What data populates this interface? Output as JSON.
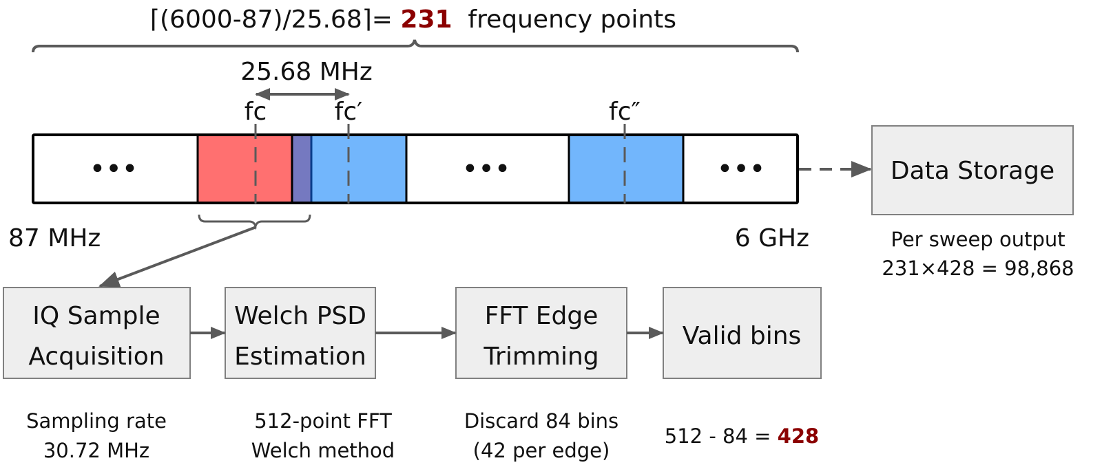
{
  "formula": {
    "prefix": "⌈(6000-87)/25.68⌉= ",
    "value": "231",
    "suffix": "  frequency points"
  },
  "spacing_label": "25.68 MHz",
  "center_labels": {
    "fc": "fc",
    "fc_prime": "fc′",
    "fc_double_prime": "fc″"
  },
  "ellipsis": "•••",
  "band_start_label": "87 MHz",
  "band_end_label": "6 GHz",
  "colors": {
    "red_segment": "#ff7070",
    "overlap_segment": "#7579c0",
    "blue_segment": "#72b6fc",
    "highlight_text": "#8b0000",
    "box_fill": "#eeeeee",
    "arrow": "#5a5a5a"
  },
  "storage": {
    "title": "Data Storage",
    "caption_line1": "Per sweep output",
    "caption_line2": "231×428 = 98,868"
  },
  "pipeline": [
    {
      "line1": "IQ Sample",
      "line2": "Acquisition",
      "caption1": "Sampling rate",
      "caption2": "30.72 MHz"
    },
    {
      "line1": "Welch PSD",
      "line2": "Estimation",
      "caption1": "512-point FFT",
      "caption2": "Welch method"
    },
    {
      "line1": "FFT Edge",
      "line2": "Trimming",
      "caption1": "Discard 84 bins",
      "caption2": "(42 per edge)"
    },
    {
      "line1": "Valid bins",
      "line2": "",
      "caption_prefix": "512 - 84 = ",
      "caption_value": "428"
    }
  ]
}
